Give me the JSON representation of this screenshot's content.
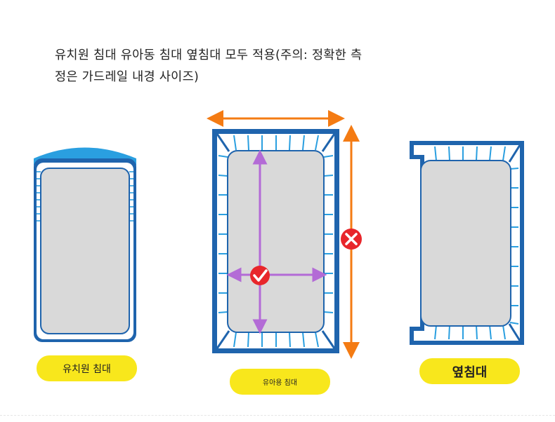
{
  "description": {
    "line1": "유치원 침대 유아동 침대 옆침대 모두 적용(주의: 정확한 측",
    "line2": "정은 가드레일 내경 사이즈)"
  },
  "labels": {
    "kindergarten": "유치원 침대",
    "toddler": "유아용 침대",
    "side": "옆침대"
  },
  "colors": {
    "frame_blue": "#1f64ad",
    "rail_blue": "#2a9fe0",
    "mattress_gray": "#d9d9d9",
    "arrow_orange": "#f47b13",
    "measure_purple": "#b36bd6",
    "check_red": "#e8262b",
    "pill_yellow": "#f8e71c"
  },
  "icons": {
    "correct": "check-mark-icon",
    "wrong": "x-mark-icon"
  }
}
